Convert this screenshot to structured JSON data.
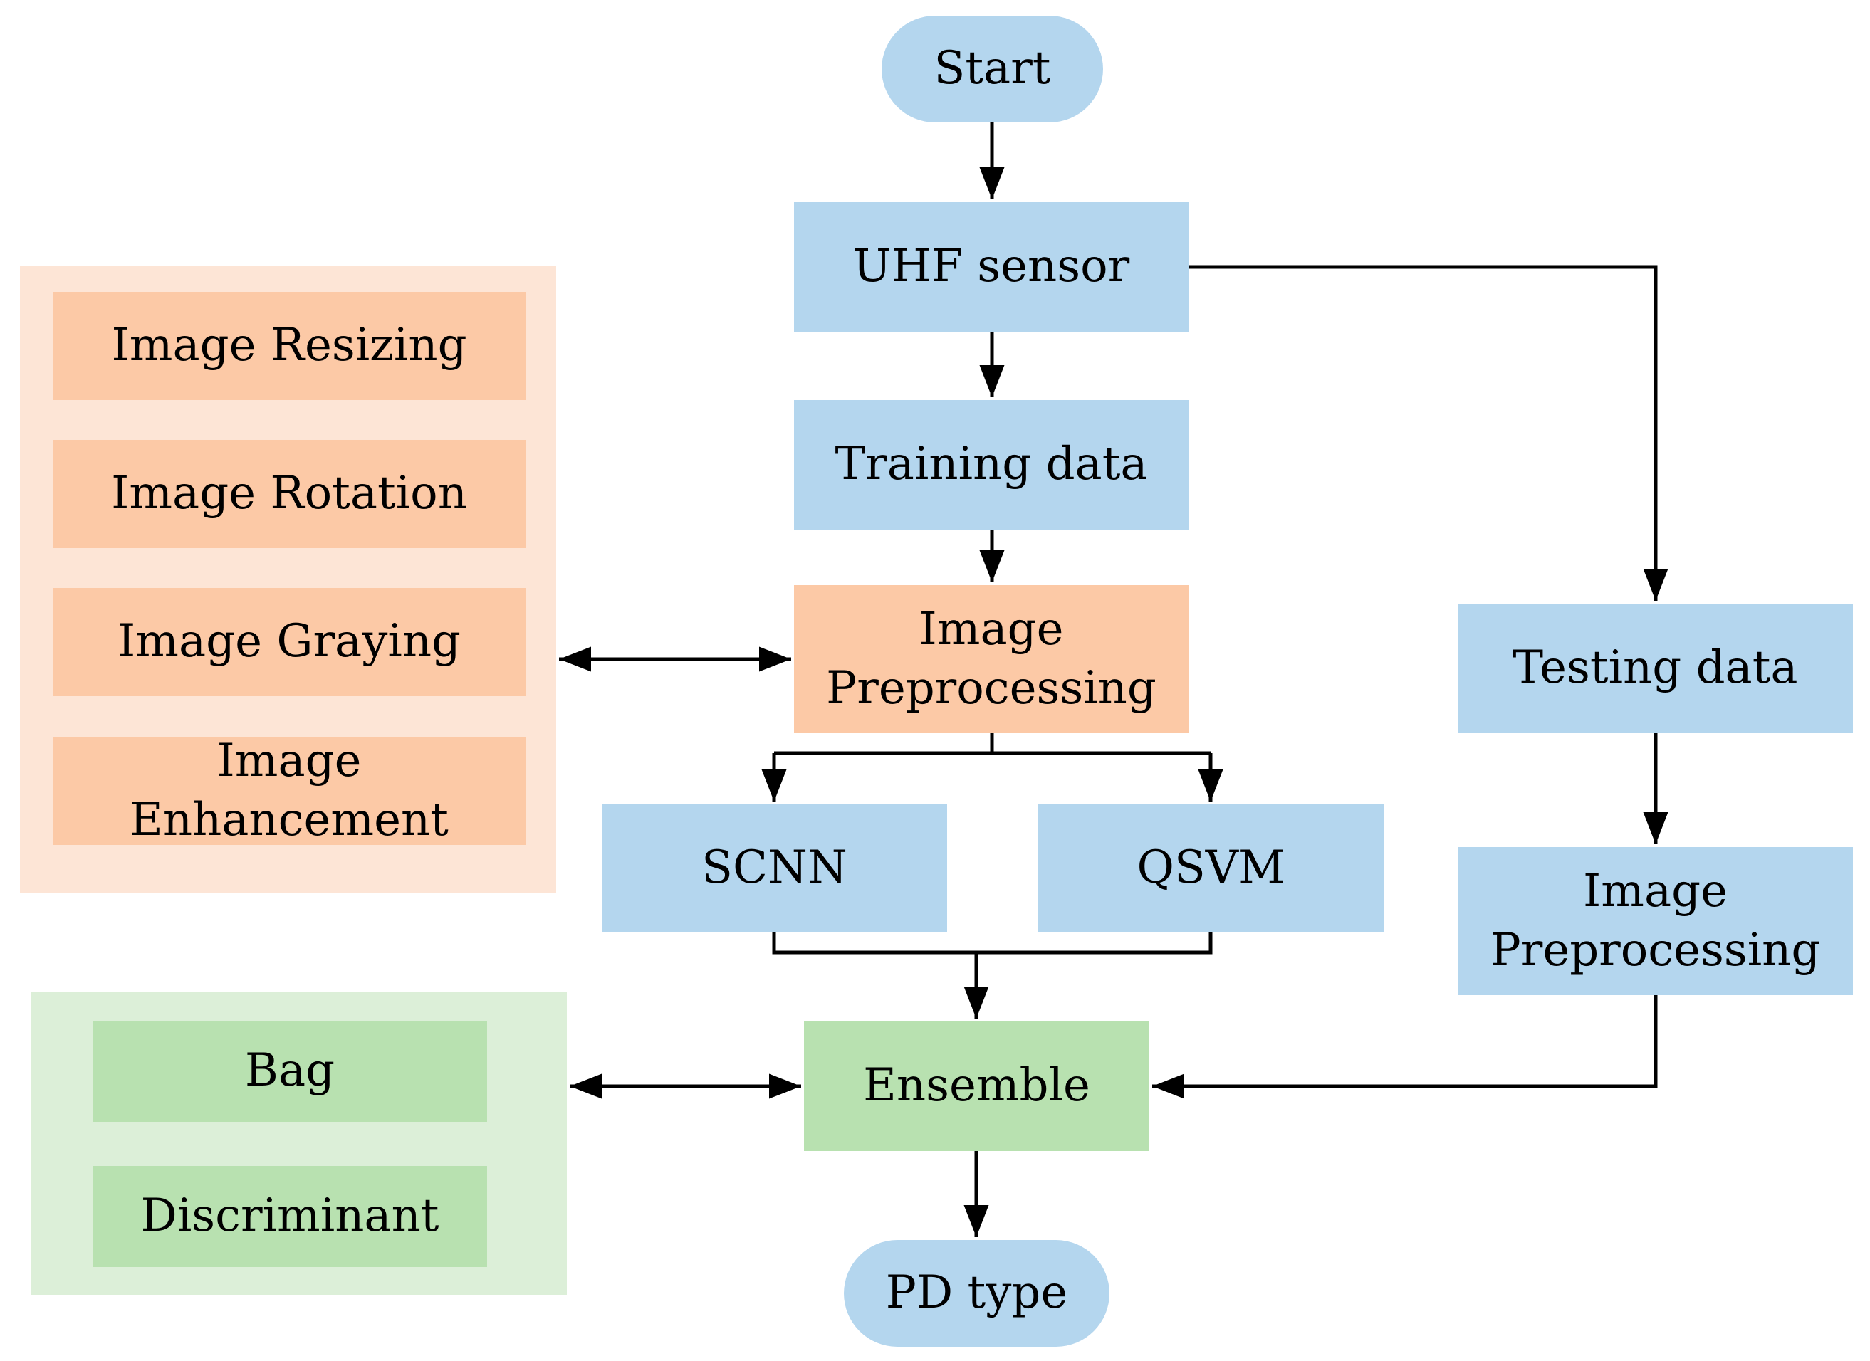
{
  "colors": {
    "blue": "#b4d6ee",
    "orange_box": "#fcc9a6",
    "orange_panel": "#fde5d6",
    "green_box": "#b8e1b0",
    "green_panel": "#dcefd8",
    "line": "#000000"
  },
  "flow": {
    "start": "Start",
    "uhf_sensor": "UHF sensor",
    "training_data": "Training data",
    "image_preprocessing_main": "Image\nPreprocessing",
    "scnn": "SCNN",
    "qsvm": "QSVM",
    "ensemble": "Ensemble",
    "pd_type": "PD type",
    "testing_data": "Testing data",
    "image_preprocessing_test": "Image\nPreprocessing"
  },
  "preprocessing_steps": [
    "Image Resizing",
    "Image Rotation",
    "Image Graying",
    "Image Enhancement"
  ],
  "ensemble_methods": [
    "Bag",
    "Discriminant"
  ]
}
